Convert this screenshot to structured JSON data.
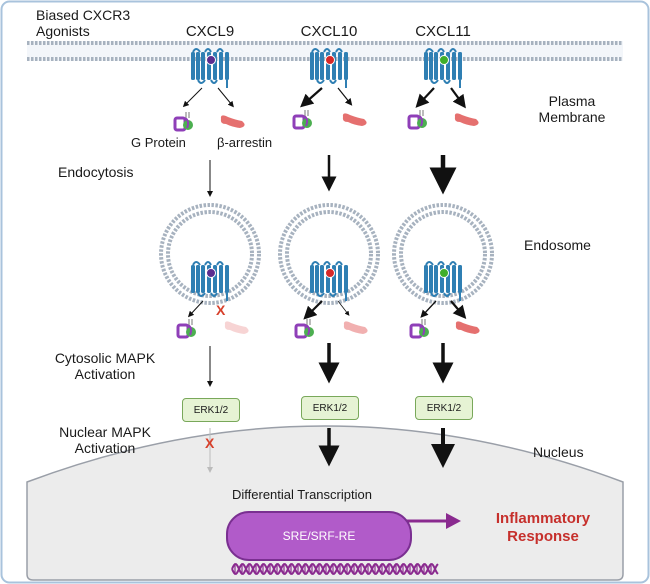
{
  "title": "Biased CXCR3\nAgonists",
  "ligands": [
    {
      "name": "CXCL9",
      "color": "#5b2d8f"
    },
    {
      "name": "CXCL10",
      "color": "#d62828"
    },
    {
      "name": "CXCL11",
      "color": "#3fae2a"
    }
  ],
  "labels": {
    "g_protein": "G Protein",
    "beta_arrestin": "β-arrestin",
    "endocytosis": "Endocytosis",
    "plasma_membrane": "Plasma\nMembrane",
    "endosome": "Endosome",
    "cytosolic_mapk": "Cytosolic MAPK\nActivation",
    "nuclear_mapk": "Nuclear MAPK\nActivation",
    "nucleus": "Nucleus",
    "differential_transcription": "Differential Transcription",
    "inflammatory_response": "Inflammatory\nResponse"
  },
  "erk_label": "ERK1/2",
  "sre_label": "SRE/SRF-RE",
  "block_mark": "X",
  "colors": {
    "receptor": "#2f7fb3",
    "gprotein_purple": "#8f3fb8",
    "gprotein_green": "#4caf50",
    "arrestin": "#e5706f",
    "block": "#d7402b",
    "dna": "#8a2a8f",
    "nucleus_fill": "#ececec"
  }
}
